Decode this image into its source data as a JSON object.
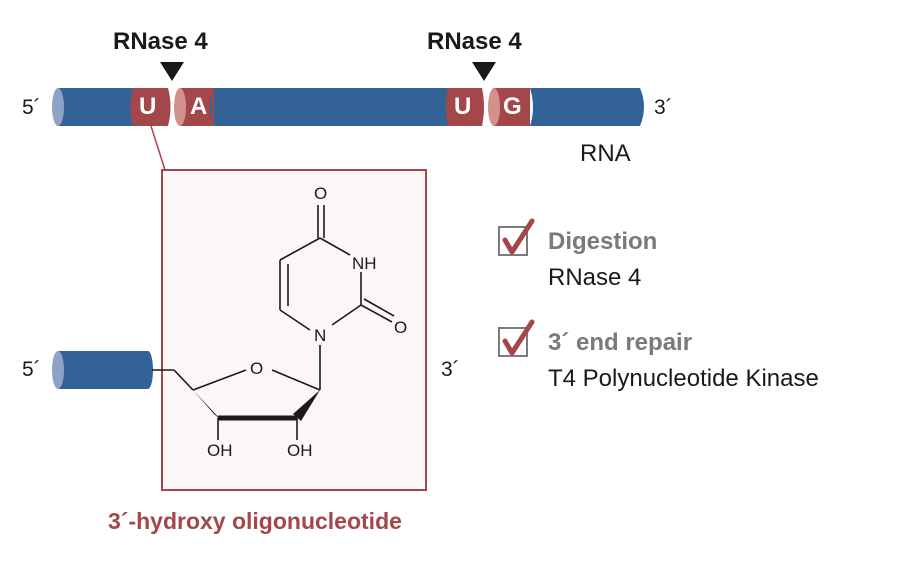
{
  "colors": {
    "strand_blue": "#336296",
    "strand_cap": "#8ea2c8",
    "nucleotide_red": "#a3474a",
    "nucleotide_cap": "#d4908c",
    "box_border": "#a3474a",
    "box_fill": "#fbf7f7",
    "check_red": "#a3474a",
    "checkbox_gray": "#7a7a7a"
  },
  "top_strand": {
    "five_prime": "5´",
    "three_prime": "3´",
    "label": "RNA",
    "cleavage_sites": [
      {
        "enzyme": "RNase 4",
        "left_base": "U",
        "right_base": "A"
      },
      {
        "enzyme": "RNase 4",
        "left_base": "U",
        "right_base": "G"
      }
    ]
  },
  "product": {
    "five_prime": "5´",
    "three_prime": "3´",
    "caption": "3´-hydroxy oligonucleotide",
    "structure_labels": {
      "o_top": "O",
      "nh": "NH",
      "o_right": "O",
      "n": "N",
      "o_ring": "O",
      "oh_left": "OH",
      "oh_right": "OH"
    }
  },
  "checklist": [
    {
      "title": "Digestion",
      "subtitle": "RNase 4",
      "checked": true
    },
    {
      "title": "3´ end repair",
      "subtitle": "T4 Polynucleotide Kinase",
      "checked": true
    }
  ]
}
